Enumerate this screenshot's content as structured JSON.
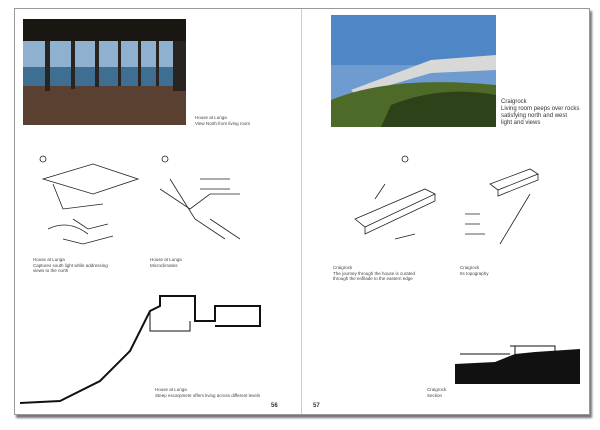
{
  "left_page": {
    "photo_caption": [
      "House at Lunga",
      "View North from living room"
    ],
    "sketch1_caption": [
      "House at Lunga",
      "Captures south light while addressing",
      "views to the north"
    ],
    "sketch2_caption": [
      "House at Lunga",
      "Microclimates"
    ],
    "section_caption": [
      "House at Lunga",
      "Steep escarpment offers living across different levels"
    ],
    "page_number": "56"
  },
  "right_page": {
    "photo_caption": [
      "Craigrock",
      "Living room peeps over rocks",
      "satisfying north and west",
      "light and views"
    ],
    "sketch1_caption": [
      "Craigrock",
      "The journey through the house is curated",
      "through the enfilade to the eastern edge"
    ],
    "sketch2_caption": [
      "Craigrock",
      "Its topography"
    ],
    "section_caption": [
      "Craigrock",
      "Section"
    ],
    "page_number": "57"
  }
}
